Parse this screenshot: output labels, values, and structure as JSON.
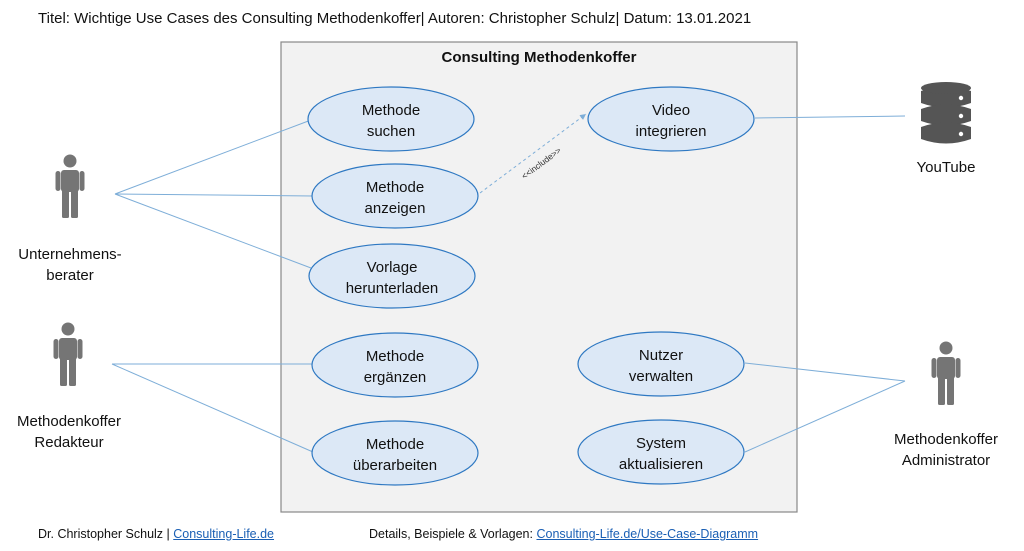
{
  "title": "Titel: Wichtige Use Cases des Consulting Methodenkoffer| Autoren: Christopher Schulz| Datum: 13.01.2021",
  "system": {
    "name": "Consulting Methodenkoffer"
  },
  "actors": [
    {
      "id": "berater",
      "lines": [
        "Unternehmens-",
        "berater"
      ]
    },
    {
      "id": "redakteur",
      "lines": [
        "Methodenkoffer",
        "Redakteur"
      ]
    },
    {
      "id": "administrator",
      "lines": [
        "Methodenkoffer",
        "Administrator"
      ]
    }
  ],
  "external": {
    "id": "youtube",
    "label": "YouTube",
    "icon": "database-icon"
  },
  "usecases": [
    {
      "id": "methode-suchen",
      "lines": [
        "Methode",
        "suchen"
      ]
    },
    {
      "id": "methode-anzeigen",
      "lines": [
        "Methode",
        "anzeigen"
      ]
    },
    {
      "id": "vorlage-herunterladen",
      "lines": [
        "Vorlage",
        "herunterladen"
      ]
    },
    {
      "id": "methode-ergaenzen",
      "lines": [
        "Methode",
        "ergänzen"
      ]
    },
    {
      "id": "methode-ueberarbeiten",
      "lines": [
        "Methode",
        "überarbeiten"
      ]
    },
    {
      "id": "video-integrieren",
      "lines": [
        "Video",
        "integrieren"
      ]
    },
    {
      "id": "nutzer-verwalten",
      "lines": [
        "Nutzer",
        "verwalten"
      ]
    },
    {
      "id": "system-aktualisieren",
      "lines": [
        "System",
        "aktualisieren"
      ]
    }
  ],
  "relations": [
    {
      "from": "berater",
      "to": "methode-suchen"
    },
    {
      "from": "berater",
      "to": "methode-anzeigen"
    },
    {
      "from": "berater",
      "to": "vorlage-herunterladen"
    },
    {
      "from": "redakteur",
      "to": "methode-ergaenzen"
    },
    {
      "from": "redakteur",
      "to": "methode-ueberarbeiten"
    },
    {
      "from": "administrator",
      "to": "nutzer-verwalten"
    },
    {
      "from": "administrator",
      "to": "system-aktualisieren"
    },
    {
      "from": "video-integrieren",
      "to": "youtube"
    },
    {
      "from": "methode-anzeigen",
      "to": "video-integrieren",
      "kind": "include",
      "label": "<<include>>"
    }
  ],
  "footer": {
    "author_text": "Dr. Christopher Schulz | ",
    "author_link": "Consulting-Life.de",
    "details_text": "Details, Beispiele & Vorlagen: ",
    "details_link": "Consulting-Life.de/Use-Case-Diagramm"
  },
  "colors": {
    "usecase_fill": "#dce8f6",
    "usecase_stroke": "#2e78c2",
    "line": "#7eaed8",
    "system_fill": "#f2f2f2",
    "system_stroke": "#888888",
    "actor": "#757575",
    "link": "#1a5fb4"
  }
}
